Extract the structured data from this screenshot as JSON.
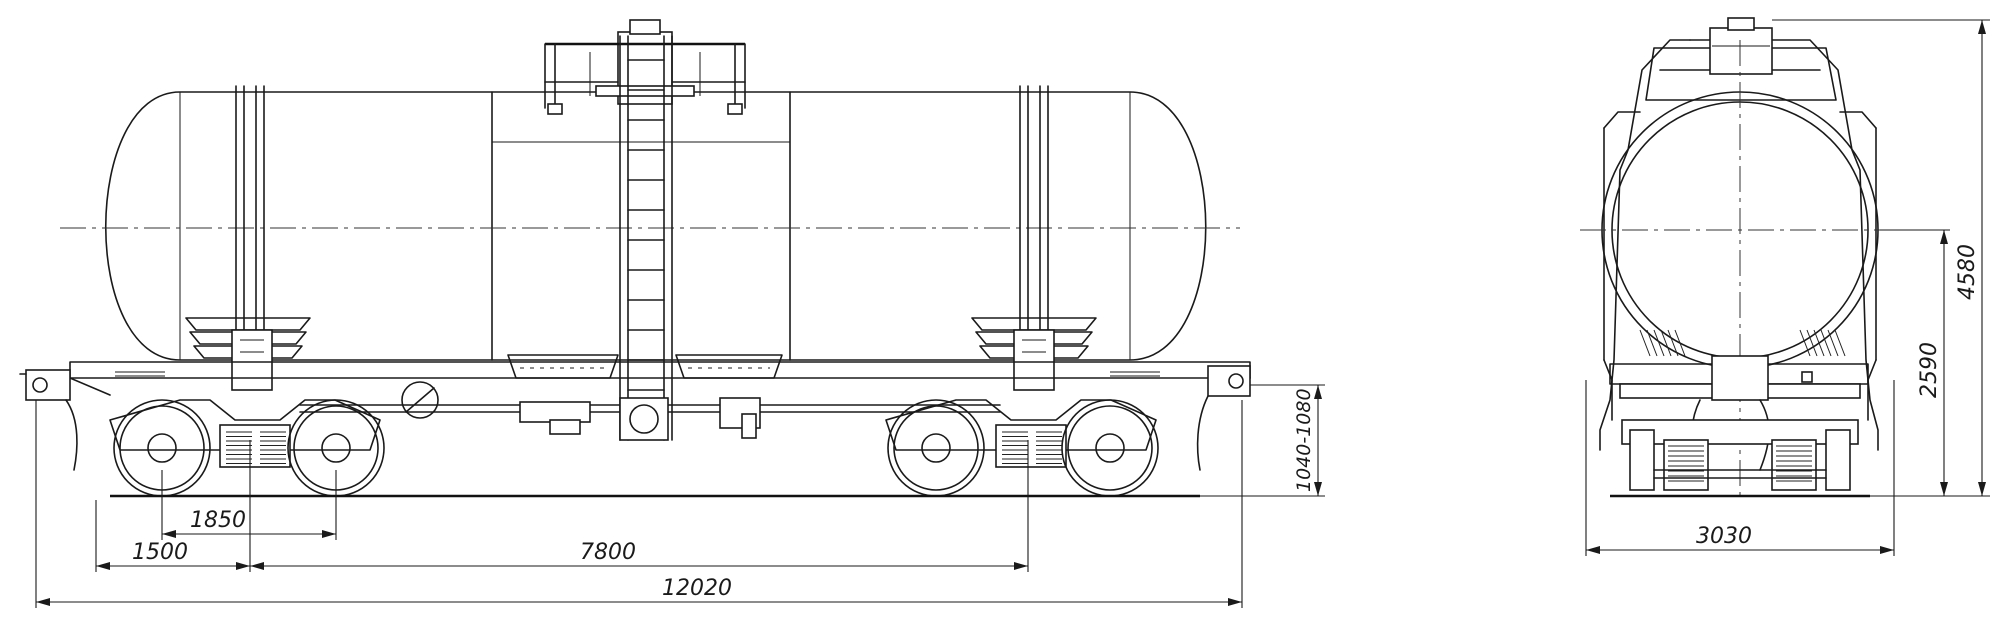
{
  "dimensions": {
    "bogie_wheelbase": "1850",
    "overhang": "1500",
    "bogie_centers": "7800",
    "overall_length": "12020",
    "coupler_height": "1040-1080",
    "track_width": "3030",
    "axis_height": "2590",
    "total_height": "4580"
  }
}
